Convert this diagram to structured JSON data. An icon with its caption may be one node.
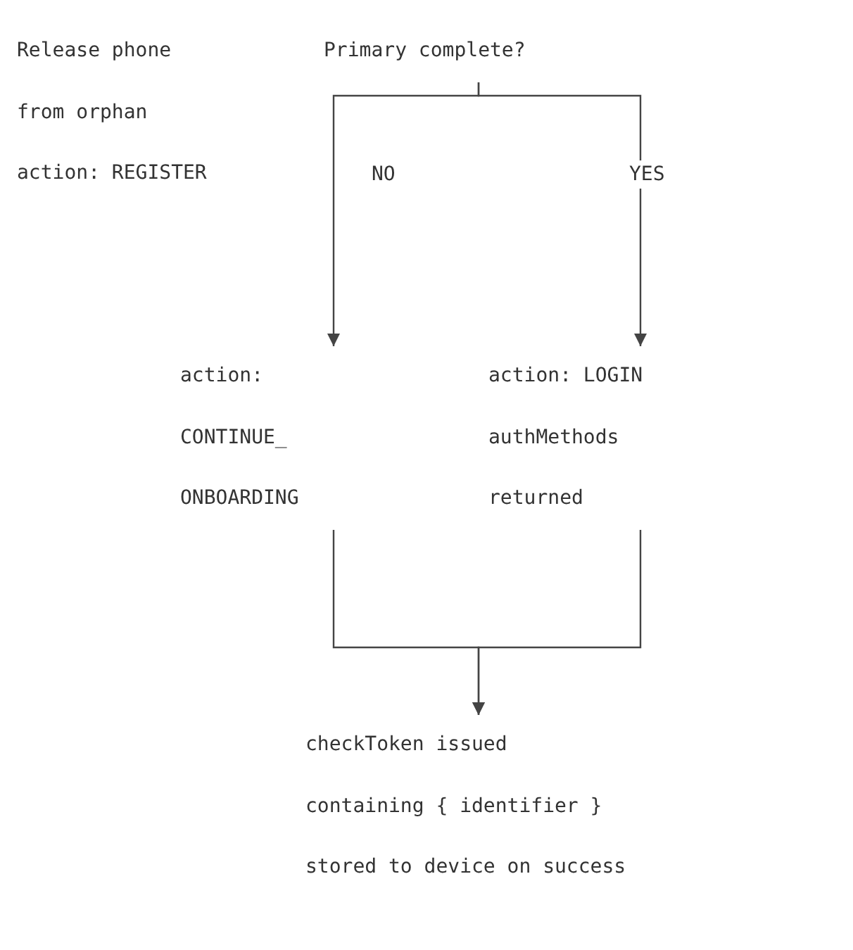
{
  "diagram": {
    "nodes": [
      {
        "text": [
          "Primary complete?"
        ]
      },
      {
        "text": [
          "action: CONTINUE_ ONBOARDING"
        ]
      },
      {
        "text": [
          "action: LOGIN authMethods returned"
        ]
      },
      {
        "text": [
          "checkToken issued containing { identifier } stored to device on success"
        ]
      }
    ],
    "edges": [
      {
        "from": 0,
        "to": 1,
        "arrow": "to",
        "label": "NO"
      },
      {
        "from": 0,
        "to": 2,
        "arrow": "to",
        "label": "YES"
      },
      {
        "from": 1,
        "to": 3,
        "arrow": "to"
      },
      {
        "from": 2,
        "to": 3,
        "arrow": "to"
      }
    ],
    "labels": [
      "Release phone from orphan action: REGISTER"
    ]
  }
}
